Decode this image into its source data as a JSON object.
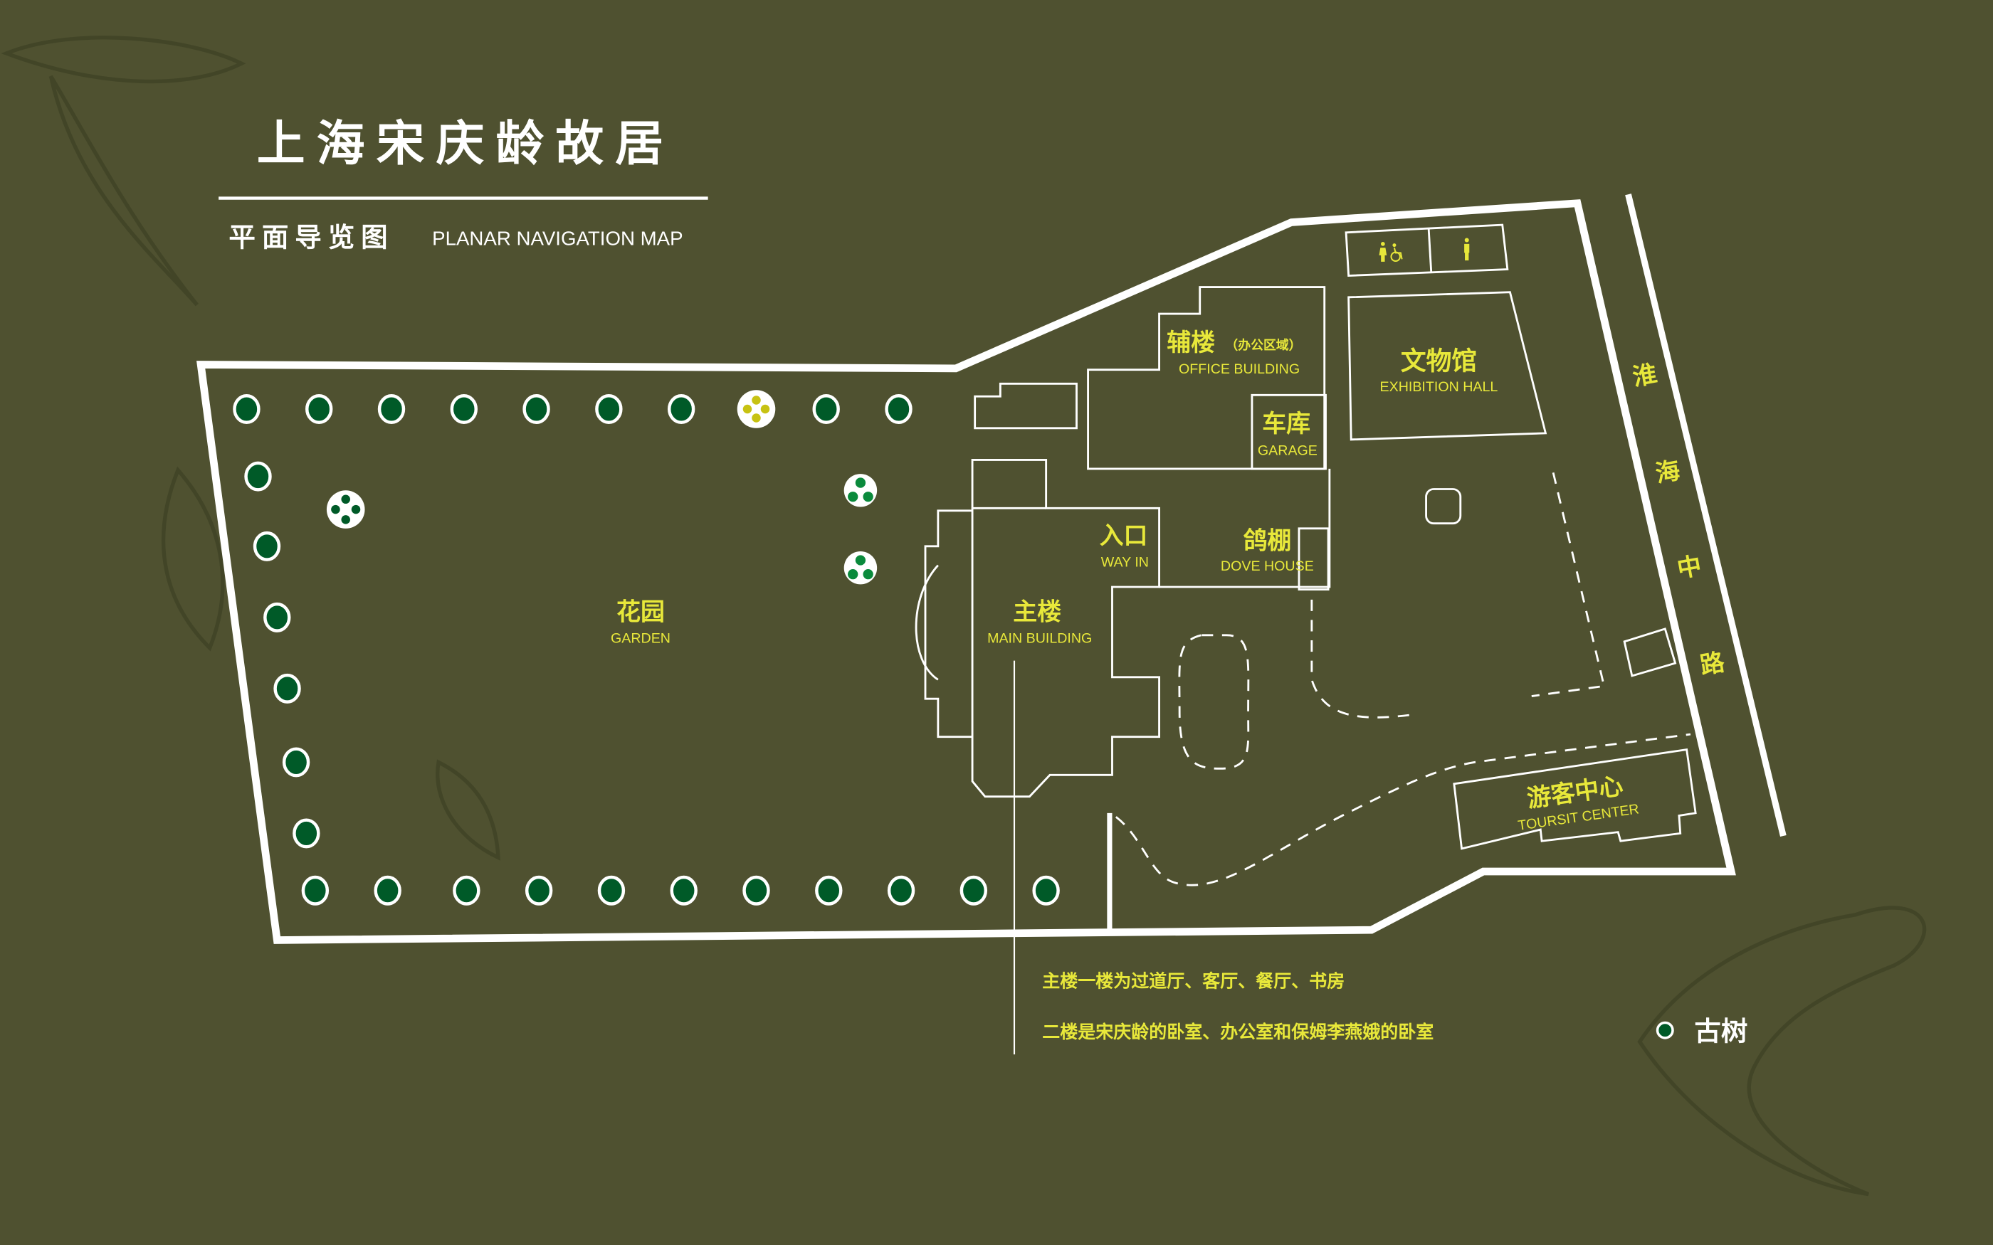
{
  "header": {
    "title": "上海宋庆龄故居",
    "subtitle_cn": "平面导览图",
    "subtitle_en": "PLANAR NAVIGATION MAP"
  },
  "areas": {
    "garden": {
      "cn": "花园",
      "en": "GARDEN"
    },
    "main_building": {
      "cn": "主楼",
      "en": "MAIN BUILDING"
    },
    "way_in": {
      "cn": "入口",
      "en": "WAY IN"
    },
    "dove_house": {
      "cn": "鸽棚",
      "en": "DOVE HOUSE"
    },
    "office_building": {
      "cn": "辅楼",
      "cn_note": "（办公区域）",
      "en": "OFFICE BUILDING"
    },
    "garage": {
      "cn": "车库",
      "en": "GARAGE"
    },
    "exhibition_hall": {
      "cn": "文物馆",
      "en": "EXHIBITION HALL"
    },
    "tourist_center": {
      "cn": "游客中心",
      "en": "TOURSIT CENTER"
    }
  },
  "road": {
    "chars": [
      "淮",
      "海",
      "中",
      "路"
    ]
  },
  "notes": [
    "主楼一楼为过道厅、客厅、餐厅、书房",
    "二楼是宋庆龄的卧室、办公室和保姆李燕娥的卧室"
  ],
  "legend": {
    "ancient_tree": "古树",
    "icon": "tree-dot-icon"
  },
  "restroom_icons": [
    "female-restroom-icon",
    "wheelchair-icon",
    "male-restroom-icon"
  ],
  "colors": {
    "background": "#4f5130",
    "label": "#e8e83a",
    "tree": "#005a28",
    "line": "#ffffff"
  }
}
